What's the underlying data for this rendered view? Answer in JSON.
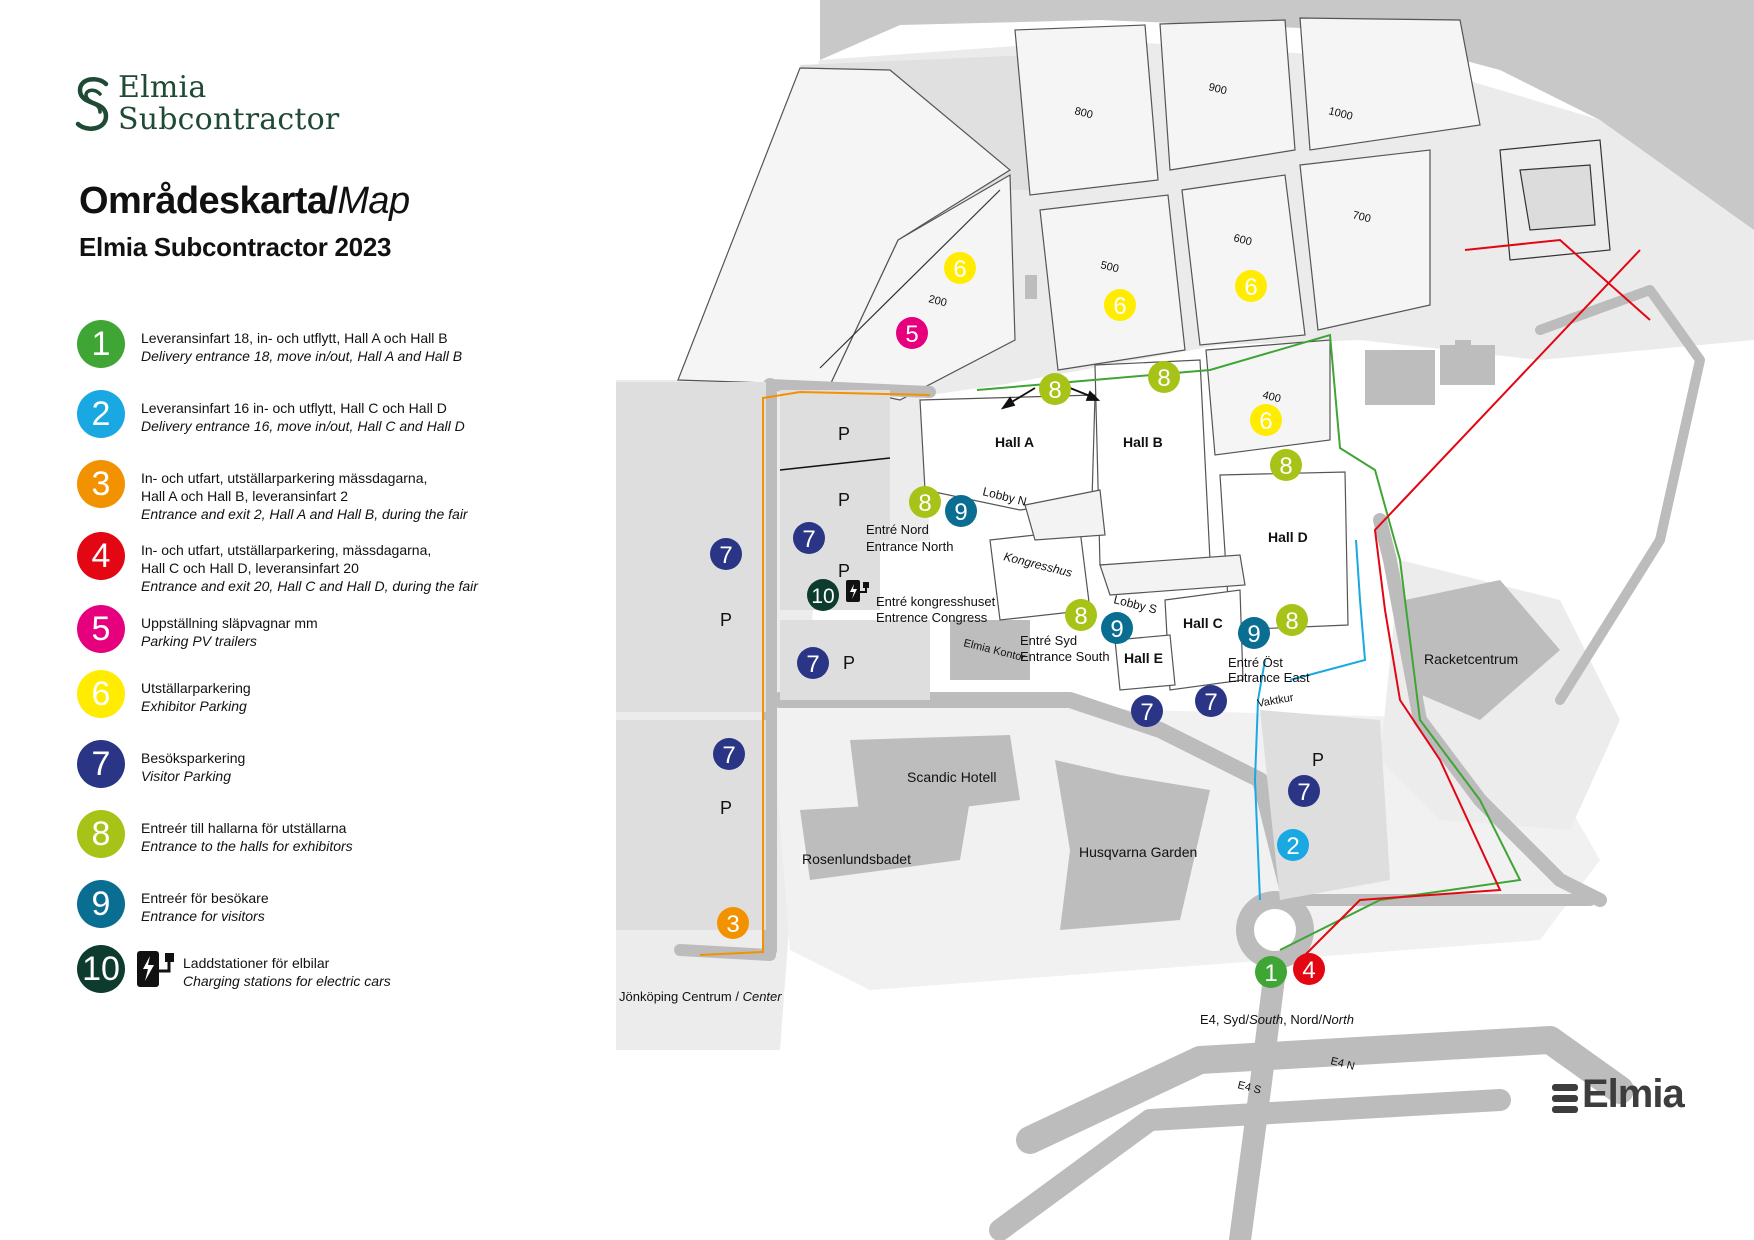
{
  "brand": {
    "logo_line1": "Elmia",
    "logo_line2": "Subcontractor",
    "corner_logo": "Elmia",
    "logo_icon": "elmia-s-icon"
  },
  "header": {
    "title_bold": "Områdeskarta/",
    "title_italic": "Map",
    "subtitle": "Elmia Subcontractor 2023"
  },
  "colors": {
    "green": "#3fa535",
    "cyan": "#1aa8e2",
    "orange": "#f39200",
    "red": "#e30613",
    "magenta": "#e6007e",
    "yellow": "#ffec00",
    "navy": "#2a3585",
    "lime": "#a7c317",
    "petrol": "#0a6d92",
    "dark_green": "#0d3b2e",
    "brand_green": "#1f4a33"
  },
  "legend": [
    {
      "num": "1",
      "color": "#3fa535",
      "line1": "Leveransinfart 18, in- och utflytt, Hall A och Hall B",
      "line2": "",
      "line3": "Delivery entrance 18, move in/out, Hall A and Hall B"
    },
    {
      "num": "2",
      "color": "#1aa8e2",
      "line1": "Leveransinfart 16 in- och utflytt, Hall C och Hall D",
      "line2": "",
      "line3": "Delivery entrance 16, move in/out, Hall C and Hall D"
    },
    {
      "num": "3",
      "color": "#f39200",
      "line1": "In- och utfart, utställarparkering mässdagarna,",
      "line2": "Hall A och Hall B, leveransinfart 2",
      "line3": "Entrance and exit 2, Hall A and Hall B, during the fair"
    },
    {
      "num": "4",
      "color": "#e30613",
      "line1": "In- och utfart, utställarparkering, mässdagarna,",
      "line2": "Hall C och Hall D, leveransinfart 20",
      "line3": "Entrance and exit 20, Hall C and Hall D, during the fair"
    },
    {
      "num": "5",
      "color": "#e6007e",
      "line1": "Uppställning släpvagnar mm",
      "line2": "",
      "line3": "Parking PV trailers"
    },
    {
      "num": "6",
      "color": "#ffec00",
      "line1": "Utställarparkering",
      "line2": "",
      "line3": "Exhibitor Parking"
    },
    {
      "num": "7",
      "color": "#2a3585",
      "line1": "Besöksparkering",
      "line2": "",
      "line3": "Visitor Parking"
    },
    {
      "num": "8",
      "color": "#a7c317",
      "line1": "Entreér till hallarna för utställarna",
      "line2": "",
      "line3": "Entrance to the halls for exhibitors"
    },
    {
      "num": "9",
      "color": "#0a6d92",
      "line1": "Entreér för besökare",
      "line2": "",
      "line3": "Entrance for visitors"
    },
    {
      "num": "10",
      "color": "#0d3b2e",
      "line1": "Laddstationer för elbilar",
      "line2": "",
      "line3": "Charging stations for electric cars",
      "icon": "ev-charger-icon"
    }
  ],
  "map": {
    "halls": [
      "Hall A",
      "Hall B",
      "Hall C",
      "Hall D",
      "Hall E"
    ],
    "areas": [
      "Kongresshus",
      "Lobby N",
      "Lobby S",
      "Elmia Kontor",
      "Vaktkur",
      "Scandic Hotell",
      "Rosenlundsbadet",
      "Husqvarna Garden",
      "Racketcentrum"
    ],
    "lots": [
      "800",
      "900",
      "1000",
      "500",
      "600",
      "700",
      "400",
      "200"
    ],
    "parking_label": "P",
    "entrances": {
      "north": [
        "Entré Nord",
        "Entrance North"
      ],
      "congress": [
        "Entré kongresshuset",
        "Entrence Congress"
      ],
      "south": [
        "Entré Syd",
        "Entrance South"
      ],
      "east": [
        "Entré Öst",
        "Entrance East"
      ]
    },
    "center_sv": "Jönköping Centrum / ",
    "center_en": "Center",
    "e4_a": "E4, Syd/",
    "e4_b": "South",
    "e4_c": ", Nord/",
    "e4_d": "North",
    "e4n": "E4 N",
    "e4s": "E4 S"
  }
}
